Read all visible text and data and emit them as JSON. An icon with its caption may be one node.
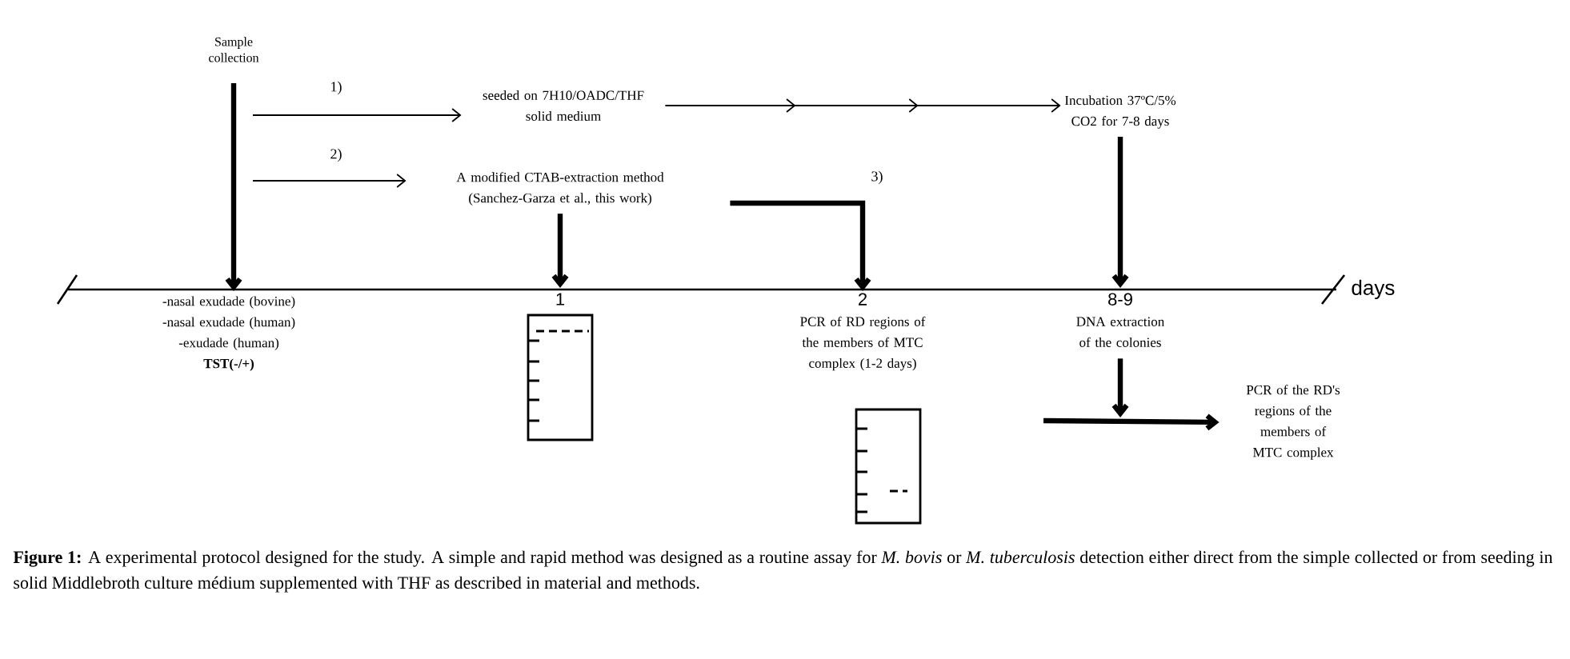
{
  "diagram": {
    "caption": "**Figure 1:** A experimental protocol designed for the study. A simple and rapid method was designed as a routine assay for *M. bovis* or *M. tuberculosis* detection either direct from the simple collected or from seeding in solid Middlebroth culture médium supplemented with THF as described in material and methods.",
    "nodes": [
      {
        "text": [
          "Sample collection"
        ]
      },
      {
        "text": [
          "seeded on 7H10/OADC/THF solid medium"
        ]
      },
      {
        "text": [
          "A modified CTAB-extraction method (Sanchez-Garza et al., this work)"
        ]
      },
      {
        "text": [
          "Incubation 37ºC/5% CO2 for 7-8 days"
        ]
      },
      {
        "text": [
          "-nasal exudade (bovine) -nasal exudade (human) -exudade (human)",
          "TST(-/+)"
        ]
      },
      {
        "text": [
          "1"
        ]
      },
      {
        "text": [
          "2",
          "PCR of RD regions of the members of MTC complex (1-2 days)"
        ]
      },
      {
        "text": [
          "8-9",
          "DNA extraction of the colonies"
        ]
      },
      {
        "text": [
          "PCR of the RD's regions of the members of MTC complex"
        ]
      }
    ],
    "edges": [
      {
        "from": 0,
        "to": 4,
        "arrow": "to"
      },
      {
        "from": null,
        "to": 1,
        "arrow": "to",
        "label": "1)"
      },
      {
        "from": null,
        "to": 2,
        "arrow": "to",
        "label": "2)"
      },
      {
        "from": 1,
        "to": 3,
        "arrow": "to"
      },
      {
        "from": 2,
        "to": 5,
        "arrow": "to"
      },
      {
        "from": 2,
        "to": 6,
        "arrow": "to",
        "label": "3)"
      },
      {
        "from": 3,
        "to": 7,
        "arrow": "to"
      },
      {
        "from": 7,
        "to": null,
        "arrow": "to"
      },
      {
        "from": null,
        "to": 8,
        "arrow": "to"
      }
    ],
    "labels": [
      "days"
    ]
  }
}
